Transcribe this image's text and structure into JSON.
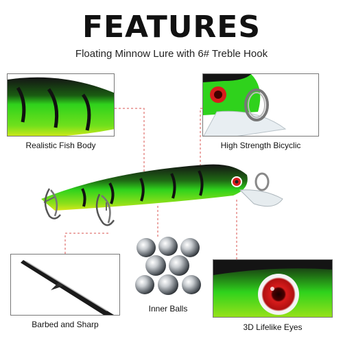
{
  "title": "FEATURES",
  "subtitle": "Floating Minnow Lure with 6# Treble Hook",
  "features": [
    {
      "label": "Realistic Fish Body"
    },
    {
      "label": "High Strength Bicyclic"
    },
    {
      "label": "Inner Balls"
    },
    {
      "label": "Barbed and Sharp"
    },
    {
      "label": "3D Lifelike Eyes"
    }
  ],
  "colors": {
    "lure_green": "#2fd21c",
    "lure_yellow": "#d8e81a",
    "lure_black": "#141414",
    "eye_red": "#d81c1c",
    "connector": "#d9534f"
  }
}
